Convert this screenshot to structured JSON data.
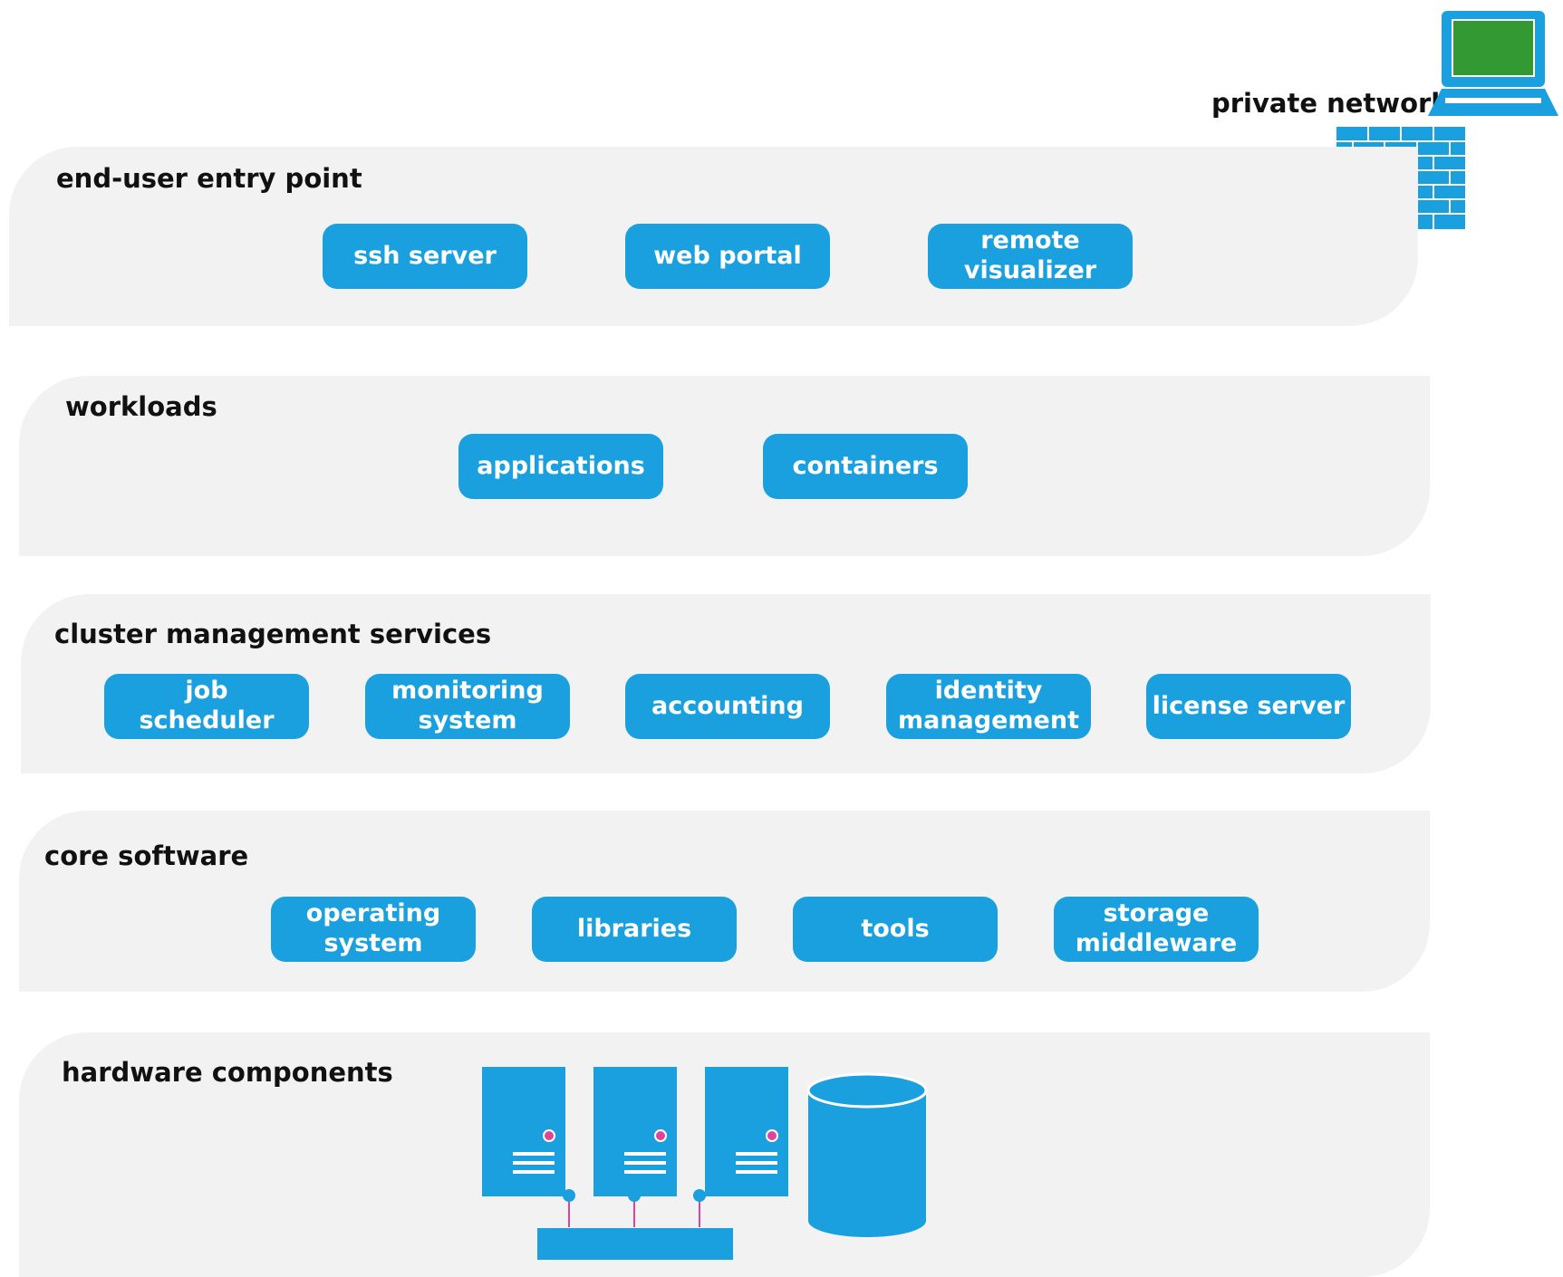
{
  "colors": {
    "layer_bg": "#f2f2f2",
    "box_fill": "#1aa0df",
    "box_text": "#ffffff",
    "title_text": "#111111",
    "screen_green": "#339933",
    "indicator_pink": "#e0449a"
  },
  "private_network": {
    "label": "private network",
    "icons": [
      "laptop-icon",
      "firewall-icon"
    ]
  },
  "layers": {
    "entry": {
      "title": "end-user entry point",
      "items": [
        "ssh server",
        "web portal",
        "remote\nvisualizer"
      ]
    },
    "workloads": {
      "title": "workloads",
      "items": [
        "applications",
        "containers"
      ]
    },
    "cluster": {
      "title": "cluster management services",
      "items": [
        "job\nscheduler",
        "monitoring\nsystem",
        "accounting",
        "identity\nmanagement",
        "license server"
      ]
    },
    "core": {
      "title": "core software",
      "items": [
        "operating\nsystem",
        "libraries",
        "tools",
        "storage\nmiddleware"
      ]
    },
    "hardware": {
      "title": "hardware components",
      "icons": [
        "server-icon",
        "server-icon",
        "server-icon",
        "network-switch-icon",
        "storage-cylinder-icon"
      ]
    }
  }
}
